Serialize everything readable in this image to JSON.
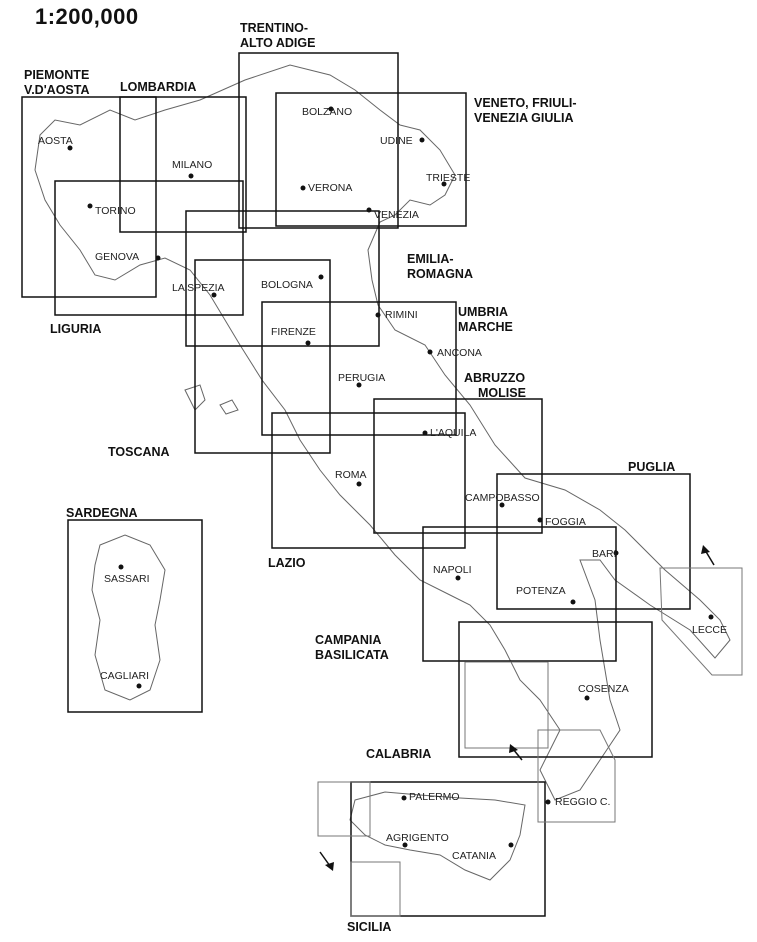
{
  "scale": "1:200,000",
  "regions": [
    {
      "id": "trentino",
      "lines": [
        "TRENTINO-",
        "ALTO ADIGE"
      ]
    },
    {
      "id": "piemonte",
      "lines": [
        "PIEMONTE",
        "V.D'AOSTA"
      ]
    },
    {
      "id": "lombardia",
      "lines": [
        "LOMBARDIA"
      ]
    },
    {
      "id": "veneto",
      "lines": [
        "VENETO, FRIULI-",
        "VENEZIA GIULIA"
      ]
    },
    {
      "id": "emilia",
      "lines": [
        "EMILIA-",
        "ROMAGNA"
      ]
    },
    {
      "id": "liguria",
      "lines": [
        "LIGURIA"
      ]
    },
    {
      "id": "umbria",
      "lines": [
        "UMBRIA",
        "MARCHE"
      ]
    },
    {
      "id": "abruzzo",
      "lines": [
        "ABRUZZO",
        "MOLISE"
      ]
    },
    {
      "id": "toscana",
      "lines": [
        "TOSCANA"
      ]
    },
    {
      "id": "puglia",
      "lines": [
        "PUGLIA"
      ]
    },
    {
      "id": "sardegna",
      "lines": [
        "SARDEGNA"
      ]
    },
    {
      "id": "lazio",
      "lines": [
        "LAZIO"
      ]
    },
    {
      "id": "campania",
      "lines": [
        "CAMPANIA",
        "BASILICATA"
      ]
    },
    {
      "id": "calabria",
      "lines": [
        "CALABRIA"
      ]
    },
    {
      "id": "sicilia",
      "lines": [
        "SICILIA"
      ]
    }
  ],
  "cities": [
    {
      "id": "aosta",
      "name": "AOSTA"
    },
    {
      "id": "bolzano",
      "name": "BOLZANO"
    },
    {
      "id": "udine",
      "name": "UDINE"
    },
    {
      "id": "milano",
      "name": "MILANO"
    },
    {
      "id": "trieste",
      "name": "TRIESTE"
    },
    {
      "id": "verona",
      "name": "VERONA"
    },
    {
      "id": "torino",
      "name": "TORINO"
    },
    {
      "id": "venezia",
      "name": "VENEZIA"
    },
    {
      "id": "genova",
      "name": "GENOVA"
    },
    {
      "id": "la-spezia",
      "name": "LA SPEZIA"
    },
    {
      "id": "bologna",
      "name": "BOLOGNA"
    },
    {
      "id": "rimini",
      "name": "RIMINI"
    },
    {
      "id": "firenze",
      "name": "FIRENZE"
    },
    {
      "id": "ancona",
      "name": "ANCONA"
    },
    {
      "id": "perugia",
      "name": "PERUGIA"
    },
    {
      "id": "laquila",
      "name": "L'AQUILA"
    },
    {
      "id": "roma",
      "name": "ROMA"
    },
    {
      "id": "campobasso",
      "name": "CAMPOBASSO"
    },
    {
      "id": "foggia",
      "name": "FOGGIA"
    },
    {
      "id": "sassari",
      "name": "SASSARI"
    },
    {
      "id": "bari",
      "name": "BARI"
    },
    {
      "id": "napoli",
      "name": "NAPOLI"
    },
    {
      "id": "potenza",
      "name": "POTENZA"
    },
    {
      "id": "lecce",
      "name": "LECCE"
    },
    {
      "id": "cagliari",
      "name": "CAGLIARI"
    },
    {
      "id": "cosenza",
      "name": "COSENZA"
    },
    {
      "id": "palermo",
      "name": "PALERMO"
    },
    {
      "id": "reggio",
      "name": "REGGIO C."
    },
    {
      "id": "agrigento",
      "name": "AGRIGENTO"
    },
    {
      "id": "catania",
      "name": "CATANIA"
    }
  ]
}
